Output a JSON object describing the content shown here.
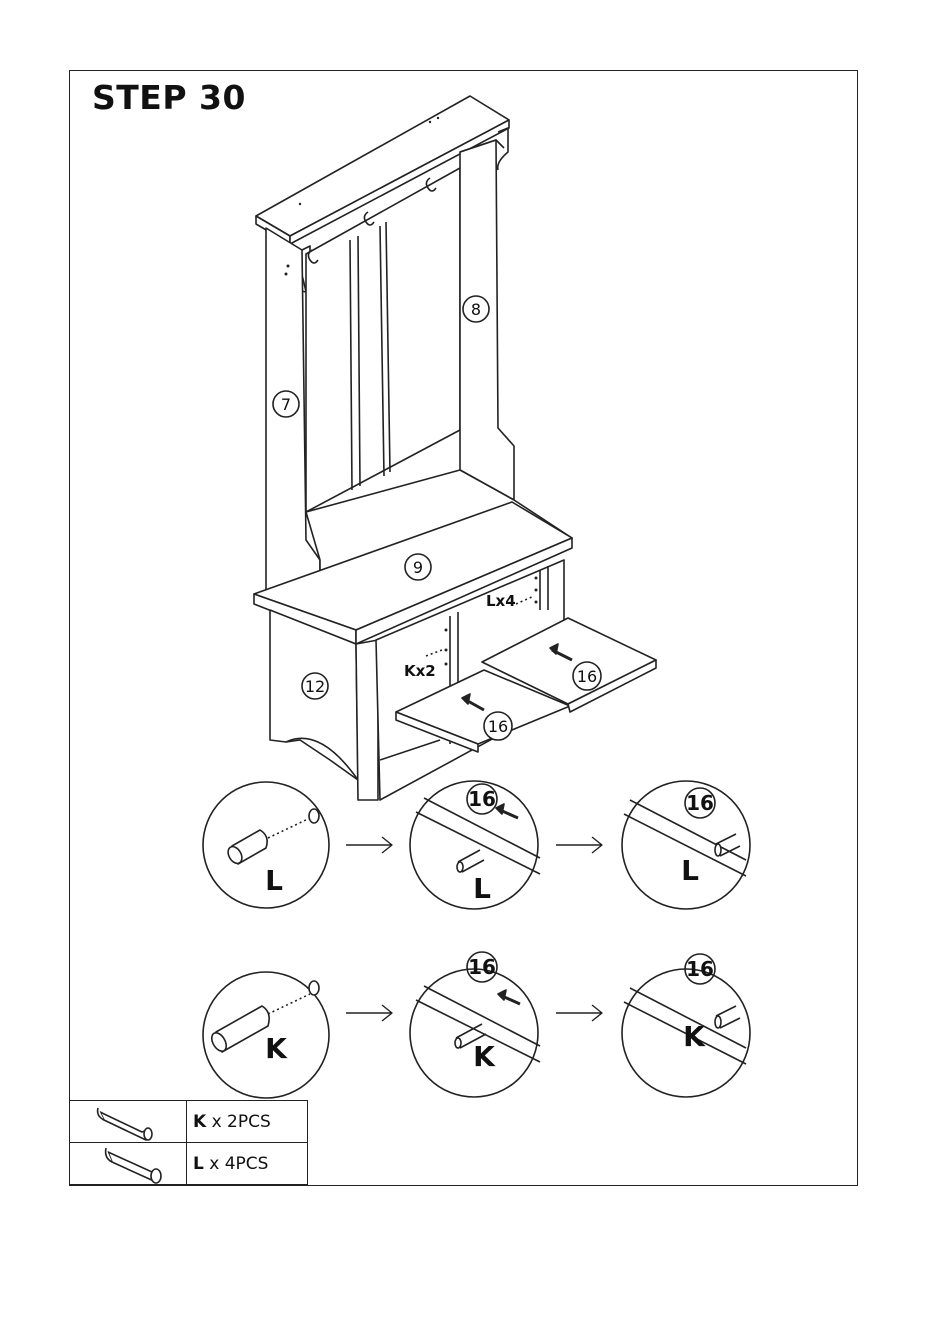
{
  "step": {
    "title": "STEP 30"
  },
  "callouts": {
    "part_7": "7",
    "part_8": "8",
    "part_9": "9",
    "part_12": "12",
    "part_16": "16"
  },
  "hardware_callouts": {
    "lx4": "Lx4",
    "kx2": "Kx2"
  },
  "detail_rows": [
    {
      "part_letter": "L",
      "panel_label": "16"
    },
    {
      "part_letter": "K",
      "panel_label": "16"
    }
  ],
  "parts_list": [
    {
      "letter": "K",
      "qty_text": " x 2PCS"
    },
    {
      "letter": "L",
      "qty_text": " x 4PCS"
    }
  ]
}
